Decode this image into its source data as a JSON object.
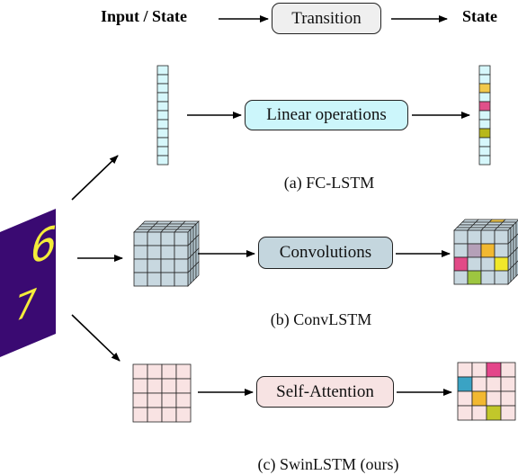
{
  "header": {
    "input_label": "Input / State",
    "transition_label": "Transition",
    "output_label": "State"
  },
  "rows": [
    {
      "op_label": "Linear operations",
      "caption": "(a) FC-LSTM",
      "op_color": "#ccf6fb",
      "vector_color": "#d6f7fb",
      "output_cell_colors": [
        "#d6f7fb",
        "#d6f7fb",
        "#f2c94c",
        "#d6f7fb",
        "#e0508a",
        "#d6f7fb",
        "#d6f7fb",
        "#b7b81a",
        "#d6f7fb",
        "#d6f7fb",
        "#d6f7fb"
      ]
    },
    {
      "op_label": "Convolutions",
      "caption": "(b) ConvLSTM",
      "op_color": "#c4d6de",
      "cube_color": "#c8d8e0",
      "output_cell_colors": {
        "top": [
          "#c8d8e0",
          "#c8d8e0",
          "#f2c94c",
          "#c8d8e0",
          "#c8d8e0",
          "#c8d8e0",
          "#c8d8e0",
          "#c8d8e0",
          "#c8d8e0",
          "#c8d8e0",
          "#c8d8e0",
          "#c8d8e0",
          "#c8d8e0",
          "#c8d8e0",
          "#c8d8e0",
          "#c8d8e0"
        ],
        "front": [
          "#c8d8e0",
          "#c8d8e0",
          "#c8d8e0",
          "#c8d8e0",
          "#c8d8e0",
          "#b5a0b8",
          "#f2b830",
          "#c8d8e0",
          "#e24a87",
          "#c8d8e0",
          "#c8d8e0",
          "#f1e82a",
          "#c8d8e0",
          "#9dc640",
          "#c8d8e0",
          "#c8d8e0"
        ]
      }
    },
    {
      "op_label": "Self-Attention",
      "caption": "(c) SwinLSTM (ours)",
      "op_color": "#f7e3e3",
      "grid_color": "#f9e3e3",
      "output_cell_colors": [
        "#f9e3e3",
        "#f9e3e3",
        "#e4458a",
        "#f9e3e3",
        "#3aa3c4",
        "#f9e3e3",
        "#f9e3e3",
        "#f9e3e3",
        "#f9e3e3",
        "#f2b830",
        "#f9e3e3",
        "#f9e3e3",
        "#f9e3e3",
        "#f9e3e3",
        "#c2c72a",
        "#f9e3e3"
      ]
    }
  ],
  "input_image": {
    "digits": [
      "6",
      "7"
    ],
    "background_color": "#3a0a72",
    "digit_color": "#f4ec3a"
  }
}
